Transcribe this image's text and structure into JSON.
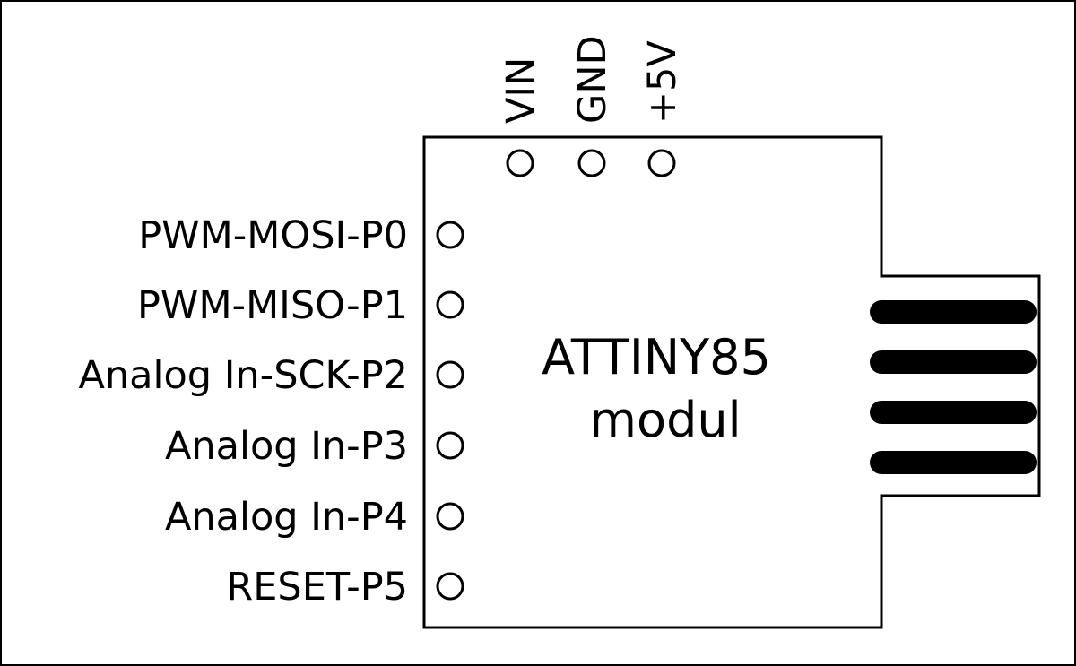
{
  "module": {
    "title_line1": "ATTINY85",
    "title_line2": "modul"
  },
  "top_pins": [
    {
      "label": "VIN"
    },
    {
      "label": "GND"
    },
    {
      "label": "+5V"
    }
  ],
  "left_pins": [
    {
      "label": "PWM-MOSI-P0"
    },
    {
      "label": "PWM-MISO-P1"
    },
    {
      "label": "Analog In-SCK-P2"
    },
    {
      "label": "Analog In-P3"
    },
    {
      "label": "Analog In-P4"
    },
    {
      "label": "RESET-P5"
    }
  ],
  "usb_contacts": 4,
  "colors": {
    "line": "#000000",
    "background": "#ffffff"
  }
}
